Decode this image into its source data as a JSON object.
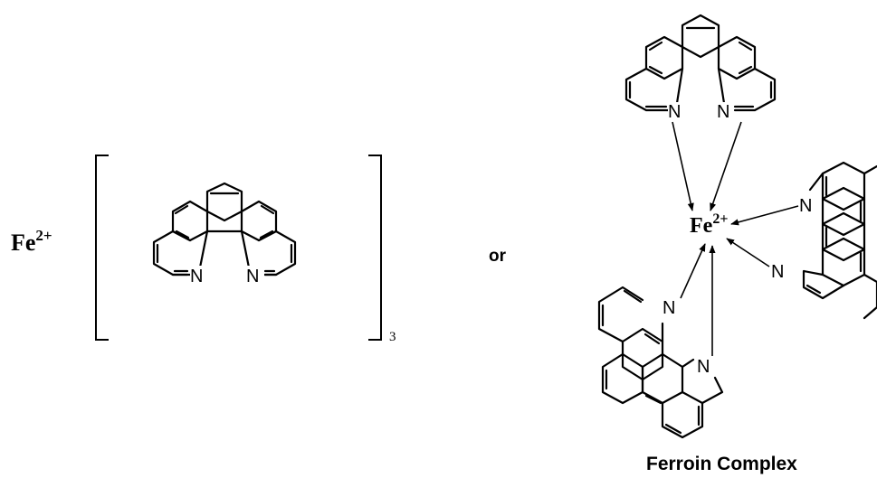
{
  "formula": {
    "ion": "Fe",
    "charge": "2+",
    "subscript": "3",
    "ligand_atom": "N"
  },
  "connector": "or",
  "complex": {
    "center_ion": "Fe",
    "center_charge": "2+",
    "ligand_atom": "N",
    "caption": "Ferroin Complex"
  }
}
